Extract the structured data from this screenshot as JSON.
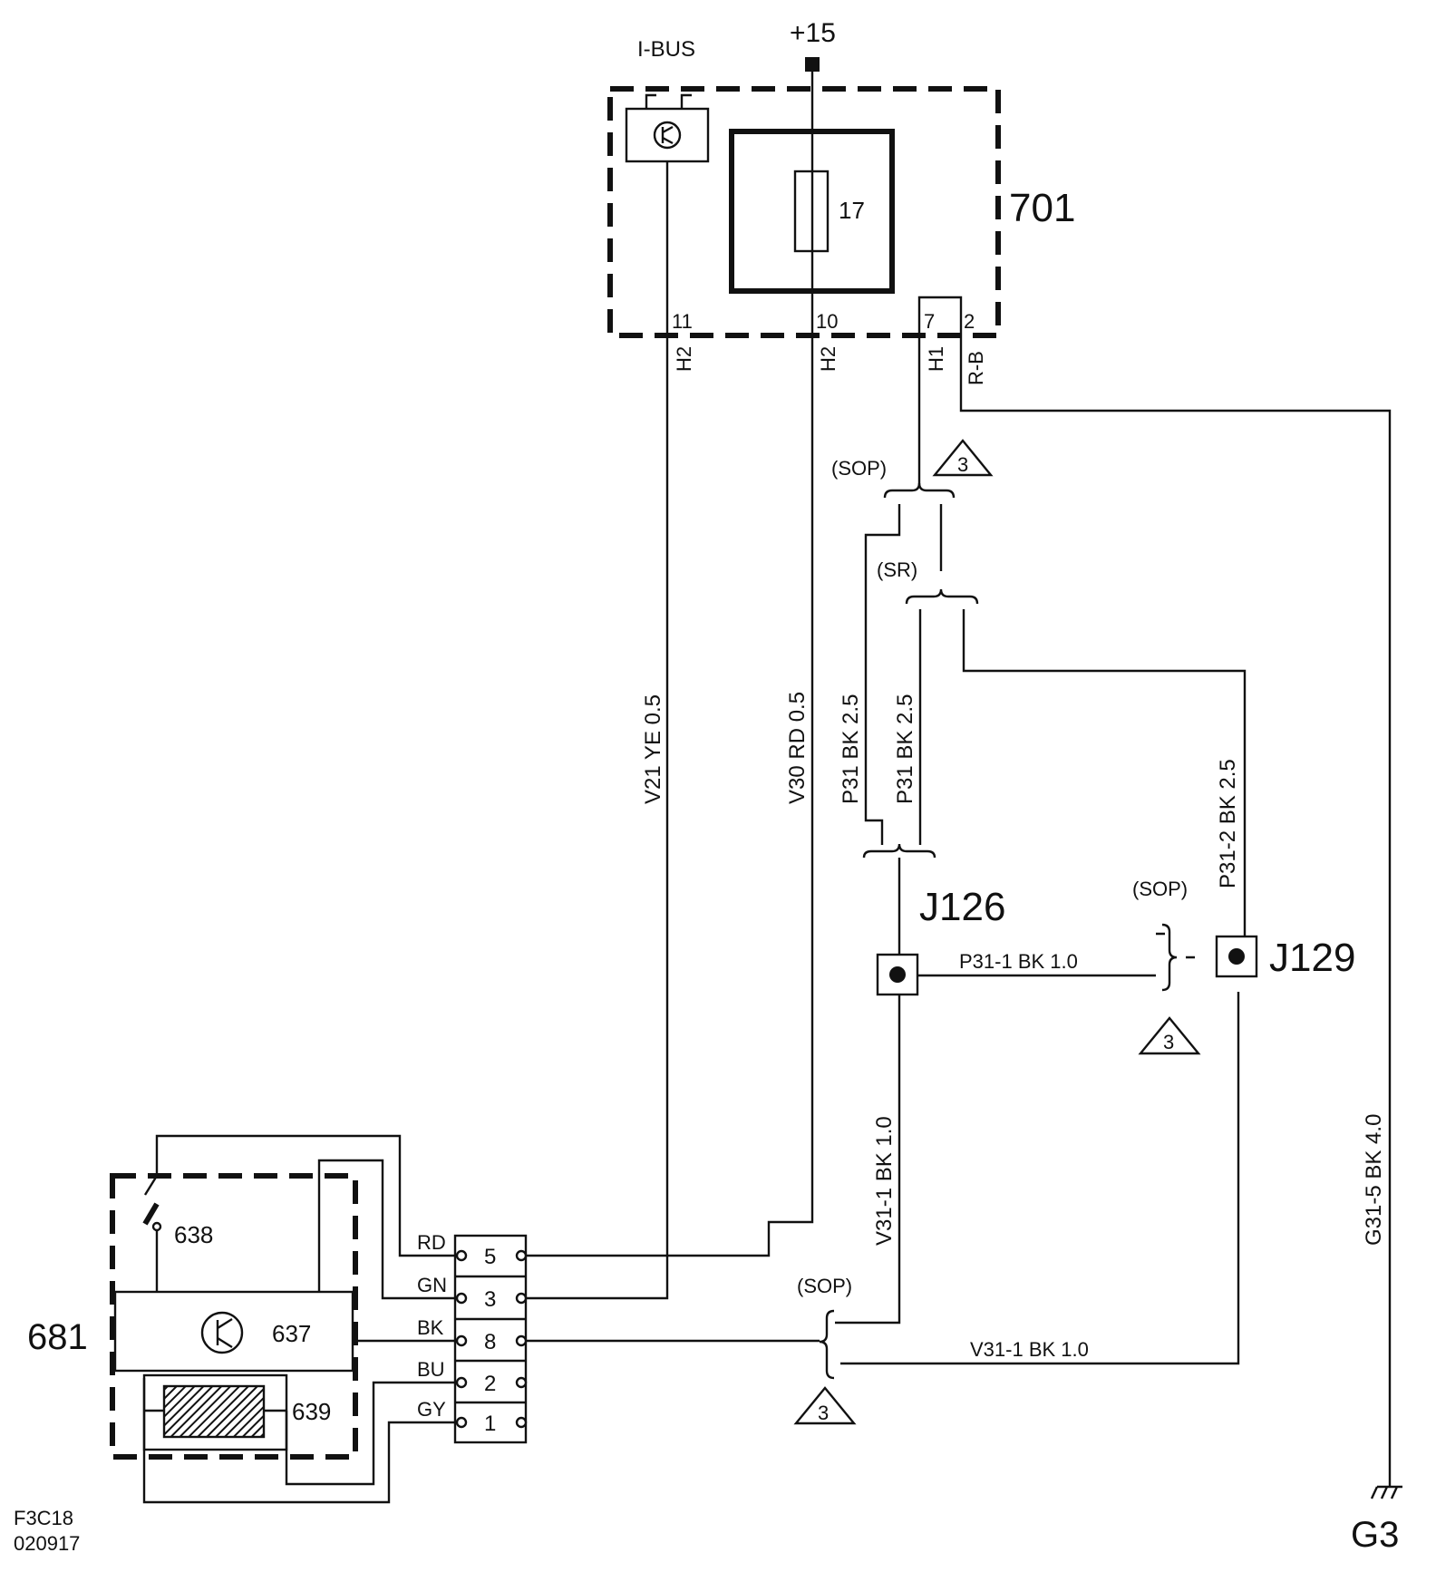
{
  "power": {
    "label": "+15"
  },
  "ibus": {
    "label": "I-BUS"
  },
  "module_701": {
    "label": "701",
    "fuse": "17"
  },
  "pins_701": {
    "p11": "11",
    "p10": "10",
    "p7": "7",
    "p2": "2",
    "c11": "H2",
    "c10": "H2",
    "c7": "H1",
    "c2": "R-B"
  },
  "wires": {
    "v21": "V21  YE  0.5",
    "v30": "V30  RD  0.5",
    "p31a": "P31  BK  2.5",
    "p31b": "P31  BK  2.5",
    "p312": "P31-2  BK  2.5",
    "p311": "P31-1  BK  1.0",
    "v311_vert": "V31-1  BK  1.0",
    "v311_horiz": "V31-1  BK  1.0",
    "g315": "G31-5  BK  4.0"
  },
  "splices": {
    "sop_top": "(SOP)",
    "sr": "(SR)",
    "sop_right": "(SOP)",
    "sop_bottom": "(SOP)",
    "note_3": "3"
  },
  "junctions": {
    "j126": "J126",
    "j129": "J129"
  },
  "module_681": {
    "label": "681",
    "c638": "638",
    "c637": "637",
    "c639": "639"
  },
  "connector": {
    "pins": [
      {
        "color": "RD",
        "num": "5"
      },
      {
        "color": "GN",
        "num": "3"
      },
      {
        "color": "BK",
        "num": "8"
      },
      {
        "color": "BU",
        "num": "2"
      },
      {
        "color": "GY",
        "num": "1"
      }
    ]
  },
  "ground": {
    "label": "G3"
  },
  "footer": {
    "code1": "F3C18",
    "code2": "020917"
  }
}
